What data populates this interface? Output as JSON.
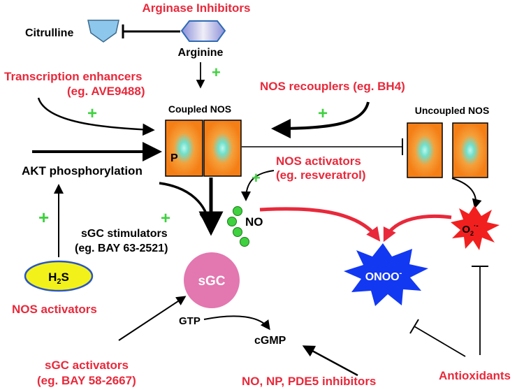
{
  "colors": {
    "red": "#e8293b",
    "green": "#3fd13f",
    "nos_orange": "#f57f17",
    "nos_glow": "#7ee8d6",
    "sgc_pink": "#e377b0",
    "onoo_blue": "#1238f2",
    "superoxide_red": "#f21f1f",
    "h2s_yellow": "#f2f21a",
    "citrulline_blue": "#8ec7ec",
    "arginine_lavender": "#c9c0e6"
  },
  "icons": {
    "plus": "green-plus-sign",
    "inhibit": "t-bar-inhibition",
    "arrow": "arrowhead"
  },
  "labels": {
    "arginase_inhibitors": "Arginase Inhibitors",
    "citrulline": "Citrulline",
    "arginine": "Arginine",
    "transcription_enhancers": "Transcription enhancers",
    "transcription_example": "(eg. AVE9488)",
    "nos_recouplers": "NOS recouplers (eg. BH4)",
    "coupled_nos": "Coupled NOS",
    "uncoupled_nos": "Uncoupled NOS",
    "phospho": "P",
    "akt": "AKT phosphorylation",
    "nos_activators_1": "NOS activators",
    "nos_activators_1_example": "(eg. resveratrol)",
    "no": "NO",
    "superoxide": "O",
    "superoxide_sub": "2",
    "superoxide_sup": "·-",
    "sgc_stimulators": "sGC stimulators",
    "sgc_stimulators_example": "(eg. BAY 63-2521)",
    "h2s_main": "H",
    "h2s_sub": "2",
    "h2s_end": "S",
    "nos_activators_2": "NOS activators",
    "sgc": "sGC",
    "onoo_main": "ONOO",
    "onoo_sup": "-",
    "gtp": "GTP",
    "cgmp": "cGMP",
    "sgc_activators": "sGC activators",
    "sgc_activators_example": "(eg. BAY 58-2667)",
    "no_np_pde5": "NO, NP, PDE5 inhibitors",
    "antioxidants": "Antioxidants"
  }
}
